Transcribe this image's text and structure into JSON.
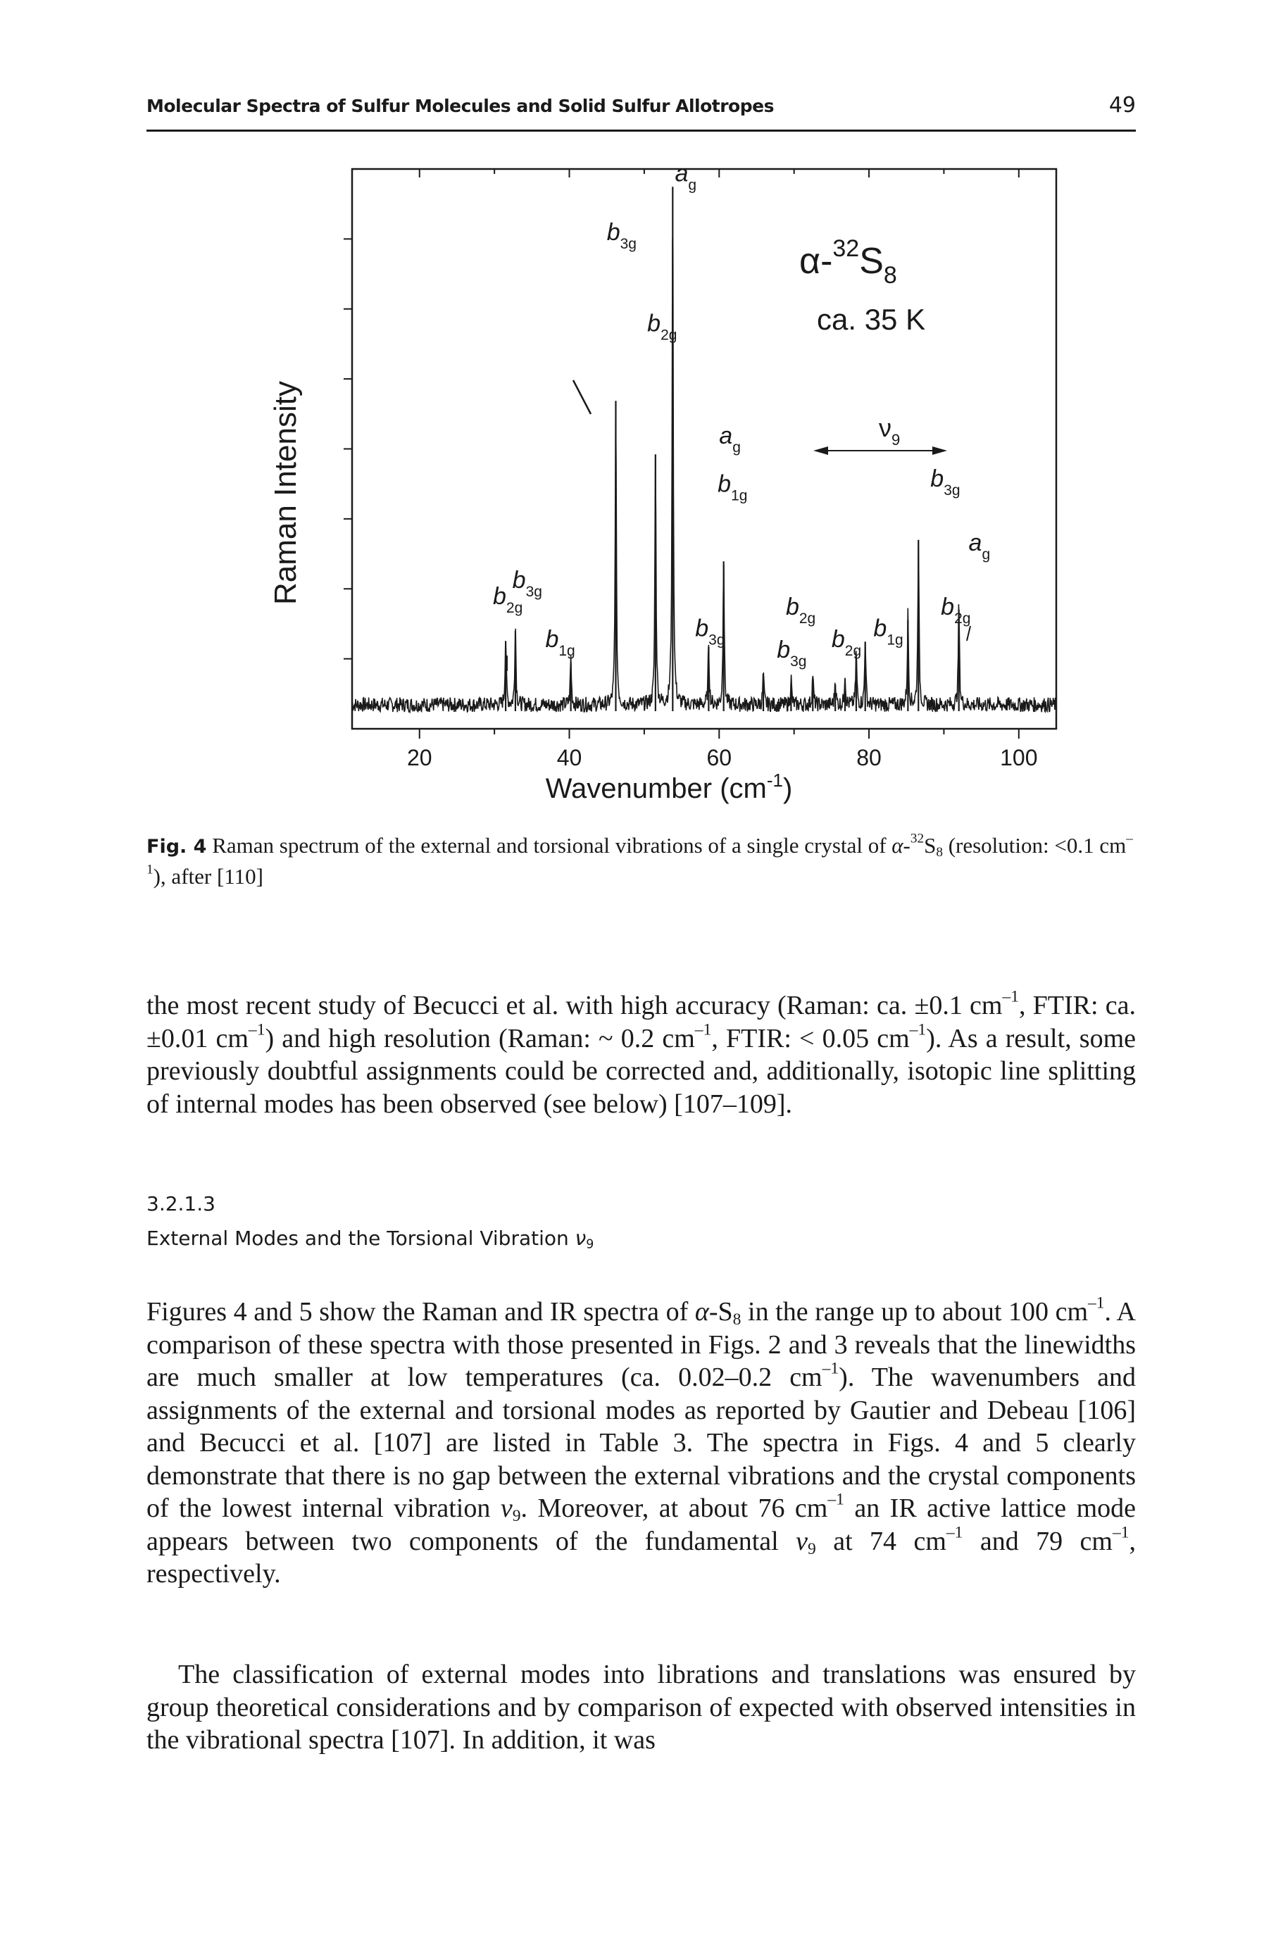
{
  "header": {
    "running_head": "Molecular Spectra of Sulfur Molecules and Solid Sulfur Allotropes",
    "page_number": "49"
  },
  "chart_data": {
    "type": "line",
    "title": "",
    "xlabel": "Wavenumber (cm",
    "xlabel_sup": "-1",
    "xlabel_close": ")",
    "ylabel": "Raman Intensity",
    "xlim": [
      11,
      105
    ],
    "x_ticks": [
      "20",
      "40",
      "60",
      "80",
      "100"
    ],
    "sample_label": {
      "prefix": "α-",
      "sup": "32",
      "main": "S",
      "sub": "8"
    },
    "temperature_label": "ca. 35 K",
    "v9_label": {
      "main": "ν",
      "sub": "9"
    },
    "peaks": [
      {
        "x": 31.5,
        "height": 0.13
      },
      {
        "x": 32.8,
        "height": 0.15
      },
      {
        "x": 40.2,
        "height": 0.09
      },
      {
        "x": 46.2,
        "height": 0.58
      },
      {
        "x": 51.5,
        "height": 0.48
      },
      {
        "x": 53.8,
        "height": 0.98
      },
      {
        "x": 58.6,
        "height": 0.12
      },
      {
        "x": 60.6,
        "height": 0.28
      },
      {
        "x": 65.9,
        "height": 0.06
      },
      {
        "x": 69.6,
        "height": 0.05
      },
      {
        "x": 72.5,
        "height": 0.06
      },
      {
        "x": 75.5,
        "height": 0.05
      },
      {
        "x": 76.8,
        "height": 0.06
      },
      {
        "x": 78.3,
        "height": 0.1
      },
      {
        "x": 79.5,
        "height": 0.13
      },
      {
        "x": 85.2,
        "height": 0.17
      },
      {
        "x": 86.6,
        "height": 0.32
      },
      {
        "x": 92.0,
        "height": 0.19
      }
    ],
    "annotations": [
      {
        "letter": "a",
        "sub": "g",
        "x": 54.1,
        "y": 0.99
      },
      {
        "letter": "b",
        "sub": "3g",
        "x": 45.0,
        "y": 0.88
      },
      {
        "letter": "b",
        "sub": "2g",
        "x": 50.4,
        "y": 0.71
      },
      {
        "letter": "a",
        "sub": "g",
        "x": 60.0,
        "y": 0.5
      },
      {
        "letter": "b",
        "sub": "1g",
        "x": 59.8,
        "y": 0.41
      },
      {
        "letter": "b",
        "sub": "3g",
        "x": 88.2,
        "y": 0.42
      },
      {
        "letter": "a",
        "sub": "g",
        "x": 93.3,
        "y": 0.3
      },
      {
        "letter": "b",
        "sub": "3g",
        "x": 32.4,
        "y": 0.23
      },
      {
        "letter": "b",
        "sub": "2g",
        "x": 29.8,
        "y": 0.2
      },
      {
        "letter": "b",
        "sub": "1g",
        "x": 36.8,
        "y": 0.12
      },
      {
        "letter": "b",
        "sub": "3g",
        "x": 56.8,
        "y": 0.14
      },
      {
        "letter": "b",
        "sub": "2g",
        "x": 68.9,
        "y": 0.18
      },
      {
        "letter": "b",
        "sub": "3g",
        "x": 67.7,
        "y": 0.1
      },
      {
        "letter": "b",
        "sub": "2g",
        "x": 75.0,
        "y": 0.12
      },
      {
        "letter": "b",
        "sub": "1g",
        "x": 80.6,
        "y": 0.14
      },
      {
        "letter": "b",
        "sub": "2g",
        "x": 89.6,
        "y": 0.18
      }
    ],
    "grid": false,
    "legend": "none"
  },
  "caption": {
    "label": "Fig. 4",
    "text_a": " Raman spectrum of the external and torsional vibrations of a single crystal of ",
    "alpha": "α",
    "dash": "-",
    "sup": "32",
    "s": "S",
    "sub": "8",
    "text_b": " (resolution: <0.1 cm",
    "sup2": "–1",
    "text_c": "), after [110]"
  },
  "para1": {
    "t1": "the most recent study of Becucci et al. with high accuracy (Raman: ca. ±0.1 cm",
    "s1": "–1",
    "t2": ", FTIR: ca. ±0.01 cm",
    "s2": "–1",
    "t3": ") and high resolution (Raman: ~ 0.2 cm",
    "s3": "–1",
    "t4": ", FTIR: < 0.05 cm",
    "s4": "–1",
    "t5": "). As a result, some previously doubtful assignments could be corrected and, additionally, isotopic line splitting of internal modes has been observed (see below) [107–109]."
  },
  "section": {
    "number": "3.2.1.3",
    "title": "External Modes and the Torsional Vibration ",
    "nu": "ν",
    "nu_sub": "9"
  },
  "para2": {
    "t1": "Figures 4 and 5 show the Raman and IR spectra of ",
    "alpha": "α",
    "t1b": "-S",
    "sub1": "8",
    "t2": " in the range up to about 100 cm",
    "s1": "–1",
    "t3": ". A comparison of these spectra with those presented in Figs. 2 and 3 reveals that the linewidths are much smaller at low temperatures (ca. 0.02–0.2 cm",
    "s2": "–1",
    "t4": "). The wavenumbers and assignments of the external and torsional modes as reported by Gautier and Debeau [106] and Becucci et al. [107] are listed in Table 3. The spectra in Figs. 4 and 5 clearly demonstrate that there is no gap between the external vibrations and the crystal components of the lowest internal vibration ",
    "nu1": "ν",
    "nsub1": "9",
    "t5": ". Moreover, at about 76 cm",
    "s3": "–1",
    "t6": " an IR active lattice mode appears between two components of the fundamental ",
    "nu2": "ν",
    "nsub2": "9",
    "t7": " at 74 cm",
    "s4": "–1",
    "t8": " and 79 cm",
    "s5": "–1",
    "t9": ", respectively."
  },
  "para3": {
    "text": "The classification of external modes into librations and translations was ensured by group theoretical considerations and by comparison of expected with observed intensities in the vibrational spectra [107]. In addition, it was"
  }
}
